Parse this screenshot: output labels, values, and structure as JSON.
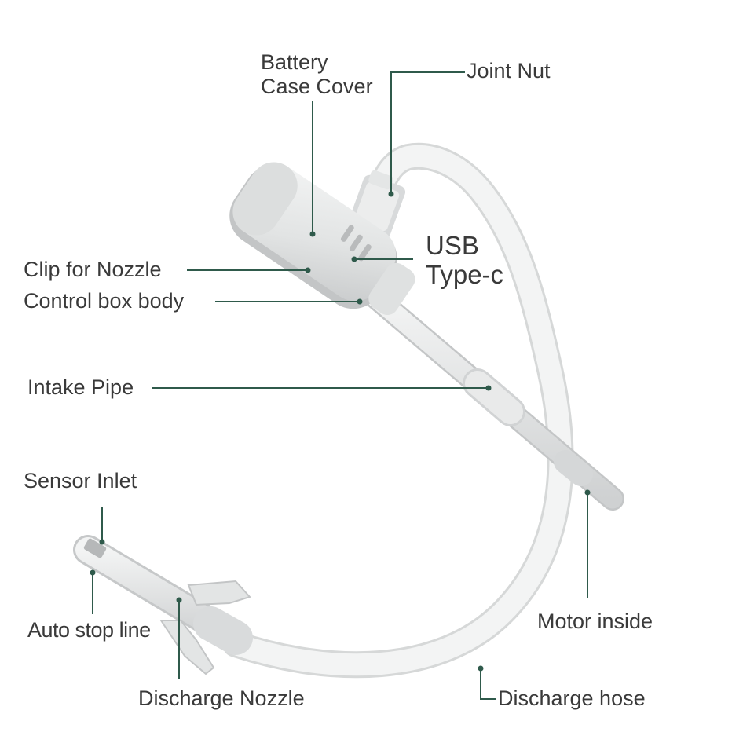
{
  "labels": {
    "battery_case_cover_line1": "Battery",
    "battery_case_cover_line2": "Case Cover",
    "joint_nut": "Joint Nut",
    "usb_line1": "USB",
    "usb_line2": "Type-c",
    "clip_for_nozzle": "Clip for Nozzle",
    "control_box_body": "Control box body",
    "intake_pipe": "Intake Pipe",
    "sensor_inlet": "Sensor Inlet",
    "motor_inside": "Motor inside",
    "auto_stop_line": "Auto stop line",
    "discharge_nozzle": "Discharge Nozzle",
    "discharge_hose": "Discharge hose"
  },
  "colors": {
    "callout_line": "#2f5a4b",
    "label_text": "#3a3a3a",
    "device_body": "#e9eaea",
    "device_shadow": "#c9cbcc",
    "hose": "#f1f2f2"
  }
}
